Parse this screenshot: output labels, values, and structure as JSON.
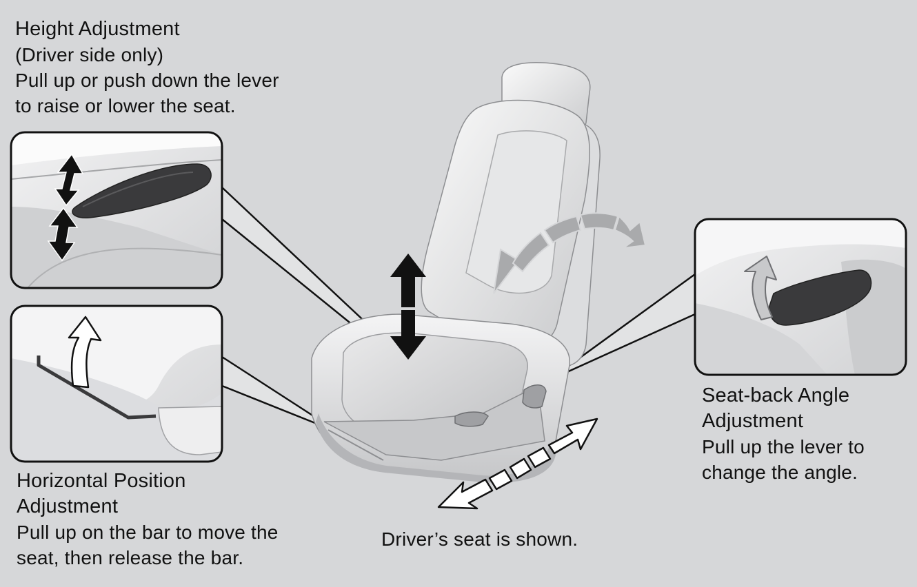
{
  "height_adjustment": {
    "title": "Height Adjustment",
    "note": "(Driver side only)",
    "line1": "Pull up or push down the lever",
    "line2": "to raise or lower the seat."
  },
  "horizontal_adjustment": {
    "title_line1": "Horizontal Position",
    "title_line2": "Adjustment",
    "line1": "Pull up on the bar to move the",
    "line2": "seat, then release the bar."
  },
  "seatback_adjustment": {
    "title_line1": "Seat-back Angle",
    "title_line2": "Adjustment",
    "line1": "Pull up the lever to",
    "line2": "change the angle."
  },
  "caption": "Driver’s seat is shown.",
  "colors": {
    "background": "#d6d7d9",
    "seat_light": "#eeeeef",
    "seat_shadow": "#b9babd",
    "lever_dark": "#3a3a3c",
    "arrow_black": "#111111",
    "arrow_gray": "#a9aaac"
  }
}
